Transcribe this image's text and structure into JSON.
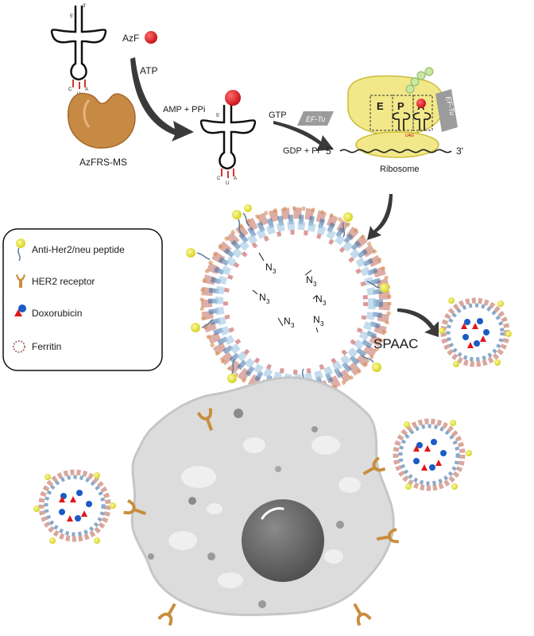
{
  "trna": {
    "five_prime": "5'",
    "three_prime": "3'",
    "anticodon": [
      "C",
      "U",
      "A"
    ]
  },
  "labels": {
    "azf": "AzF",
    "atp": "ATP",
    "amp_ppi": "AMP + PPi",
    "enzyme": "AzFRS-MS",
    "gtp": "GTP",
    "gdp_pi": "GDP + Pi",
    "ef_tu": "EF-Tu",
    "five_end": "5'",
    "three_end": "3'",
    "ribosome": "Ribosome",
    "sites": [
      "E",
      "P",
      "A"
    ],
    "codon": "UAG",
    "n3": "N",
    "n3_sub": "3",
    "spaac": "SPAAC"
  },
  "legend": {
    "items": [
      {
        "label": "Anti-Her2/neu peptide",
        "icon": "peptide-icon"
      },
      {
        "label": "HER2 receptor",
        "icon": "receptor-icon"
      },
      {
        "label": "Doxorubicin",
        "icon": "doxorubicin-icon"
      },
      {
        "label": "Ferritin",
        "icon": "ferritin-icon"
      }
    ]
  },
  "colors": {
    "azf_red": "#e0161b",
    "enzyme_orange": "#c78a45",
    "ribosome_yellow": "#f2e88a",
    "peptide_yellow": "#e4e23a",
    "cell_grey": "#d6d6d6",
    "nucleus": "#6b6b6b",
    "receptor": "#c98d3c",
    "dox_blue": "#1a5bc4"
  }
}
